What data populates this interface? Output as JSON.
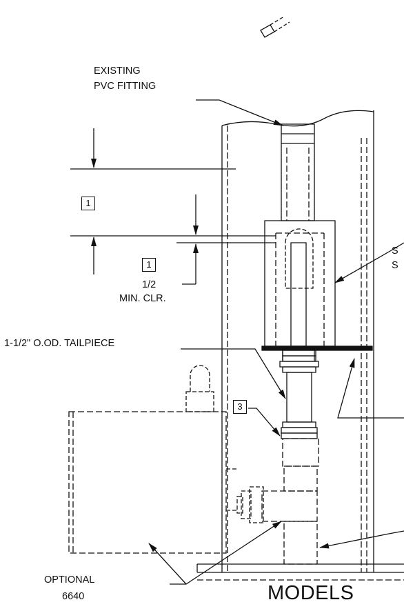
{
  "labels": {
    "existing_fitting_line1": "EXISTING",
    "existing_fitting_line2": "PVC FITTING",
    "half_dim": "1/2",
    "min_clearance": "MIN. CLR.",
    "tailpiece": "1-1/2\" O.OD. TAILPIECE",
    "optional_line1": "OPTIONAL",
    "optional_line2": "6640",
    "models": "MODELS",
    "cut_off_right_1": "S",
    "cut_off_right_2": "S"
  },
  "callouts": {
    "note_1_upper": "1",
    "note_1_lower": "1",
    "note_3": "3"
  }
}
